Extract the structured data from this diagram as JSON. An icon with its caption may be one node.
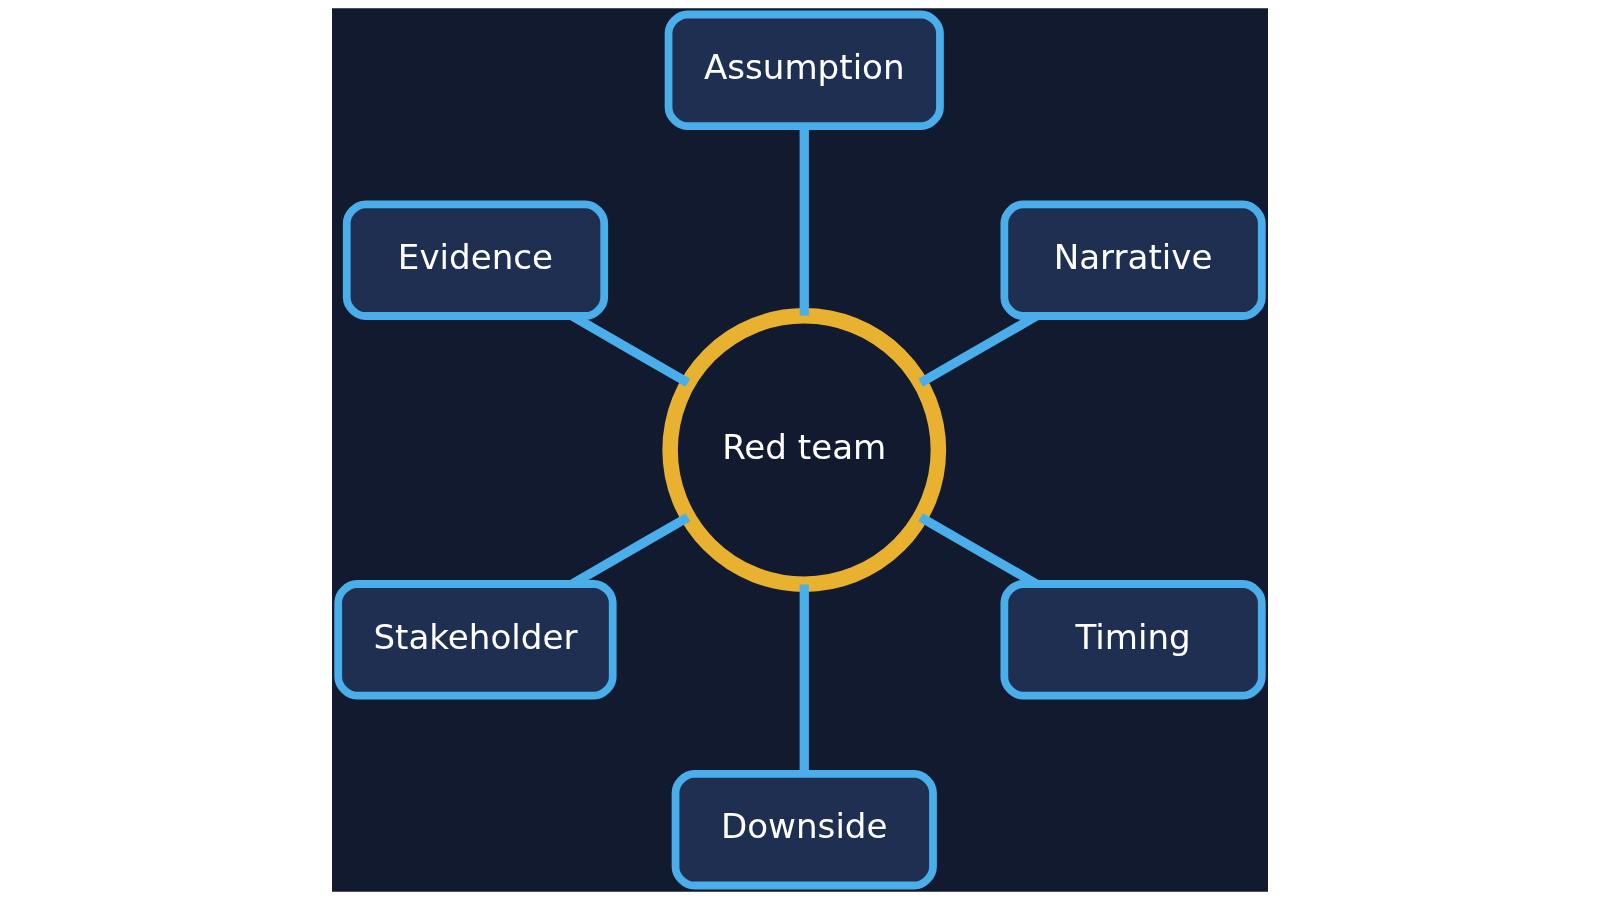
{
  "diagram": {
    "nodes": [
      {
        "text": [
          "Red team"
        ]
      },
      {
        "text": [
          "Narrative"
        ]
      },
      {
        "text": [
          "Assumption"
        ]
      },
      {
        "text": [
          "Evidence"
        ]
      },
      {
        "text": [
          "Stakeholder"
        ]
      },
      {
        "text": [
          "Downside"
        ]
      },
      {
        "text": [
          "Timing"
        ]
      }
    ],
    "edges": [
      {
        "from": 0,
        "to": 1,
        "arrow": "none"
      },
      {
        "from": 0,
        "to": 2,
        "arrow": "none"
      },
      {
        "from": 0,
        "to": 3,
        "arrow": "none"
      },
      {
        "from": 0,
        "to": 4,
        "arrow": "none"
      },
      {
        "from": 0,
        "to": 5,
        "arrow": "none"
      },
      {
        "from": 0,
        "to": 6,
        "arrow": "none"
      }
    ]
  }
}
